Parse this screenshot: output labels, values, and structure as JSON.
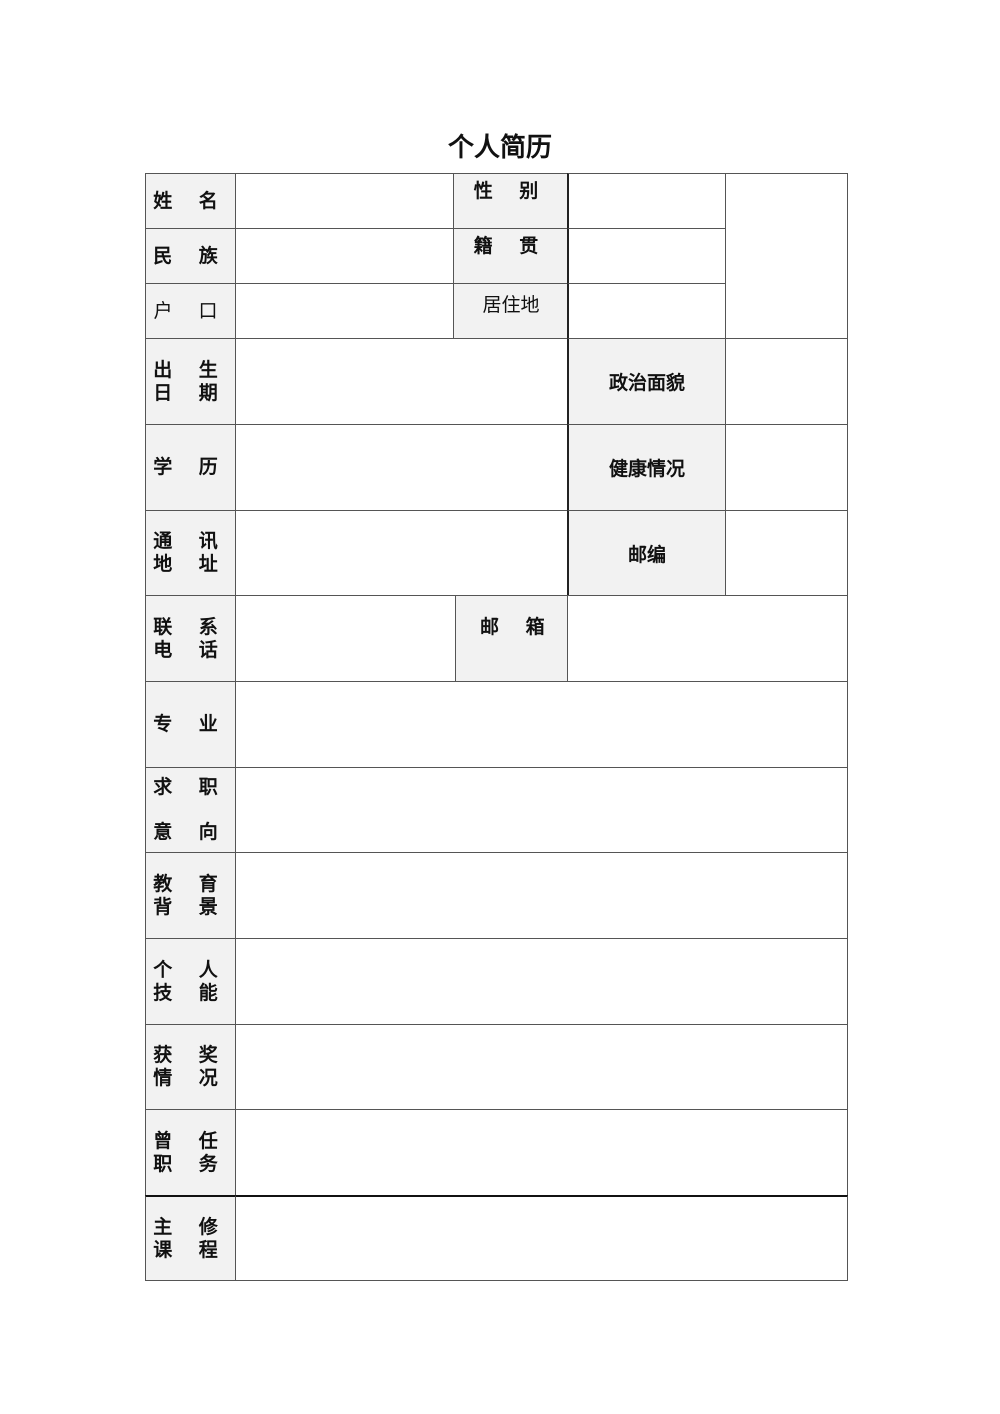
{
  "title": "个人简历",
  "labels": {
    "name": "姓 名",
    "gender": "性 别",
    "ethnicity": "民 族",
    "native_place": "籍 贯",
    "hukou": "户 口",
    "residence": "居住地",
    "birth_date": [
      "出 生",
      "日 期"
    ],
    "political_status": "政治面貌",
    "education": "学 历",
    "health": "健康情况",
    "address": [
      "通 讯",
      "地 址"
    ],
    "postcode": "邮编",
    "phone": [
      "联 系",
      "电 话"
    ],
    "email": "邮 箱",
    "major": "专 业",
    "job_intention": [
      "求 职",
      "意 向"
    ],
    "edu_background": [
      "教 育",
      "背 景"
    ],
    "skills": [
      "个 人",
      "技 能"
    ],
    "awards": [
      "获 奖",
      "情 况"
    ],
    "positions": [
      "曾 任",
      "职 务"
    ],
    "courses": [
      "主 修",
      "课 程"
    ]
  },
  "values": {
    "name": "",
    "gender": "",
    "ethnicity": "",
    "native_place": "",
    "hukou": "",
    "residence": "",
    "birth_date": "",
    "political_status": "",
    "education": "",
    "health": "",
    "address": "",
    "postcode": "",
    "phone": "",
    "email": "",
    "major": "",
    "job_intention": "",
    "edu_background": "",
    "skills": "",
    "awards": "",
    "positions": "",
    "courses": "",
    "photo": ""
  }
}
